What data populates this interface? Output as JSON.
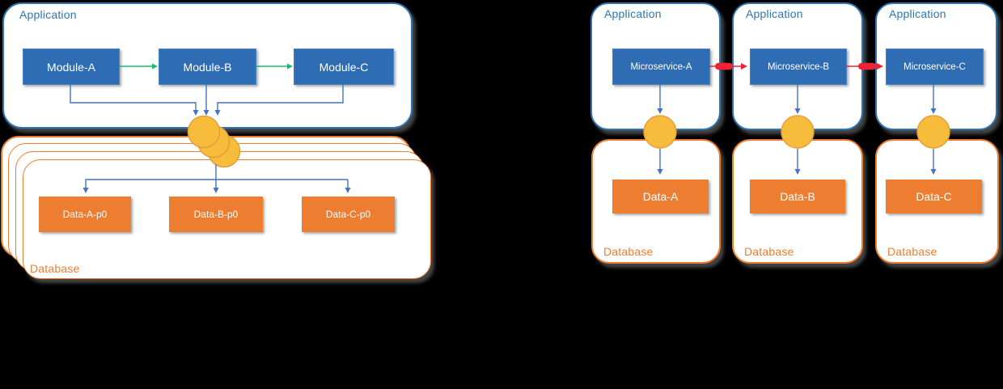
{
  "colors": {
    "background": "#000000",
    "blue_border": "#2E75B6",
    "blue_fill": "#2E6DB4",
    "connector_blue": "#4472C4",
    "orange": "#ED7D31",
    "gold_fill": "#F8BC3C",
    "gold_border": "#E2A03B",
    "green": "#13BE6B",
    "red": "#EE2433"
  },
  "monolith": {
    "application_label": "Application",
    "database_label": "Database",
    "modules": [
      {
        "label": "Module-A"
      },
      {
        "label": "Module-B"
      },
      {
        "label": "Module-C"
      }
    ],
    "tables": [
      {
        "label": "Data-A-p0"
      },
      {
        "label": "Data-B-p0"
      },
      {
        "label": "Data-C-p0"
      }
    ]
  },
  "microservices": {
    "columns": [
      {
        "application_label": "Application",
        "service_label": "Microservice-A",
        "database_label": "Database",
        "data_label": "Data-A"
      },
      {
        "application_label": "Application",
        "service_label": "Microservice-B",
        "database_label": "Database",
        "data_label": "Data-B"
      },
      {
        "application_label": "Application",
        "service_label": "Microservice-C",
        "database_label": "Database",
        "data_label": "Data-C"
      }
    ]
  }
}
